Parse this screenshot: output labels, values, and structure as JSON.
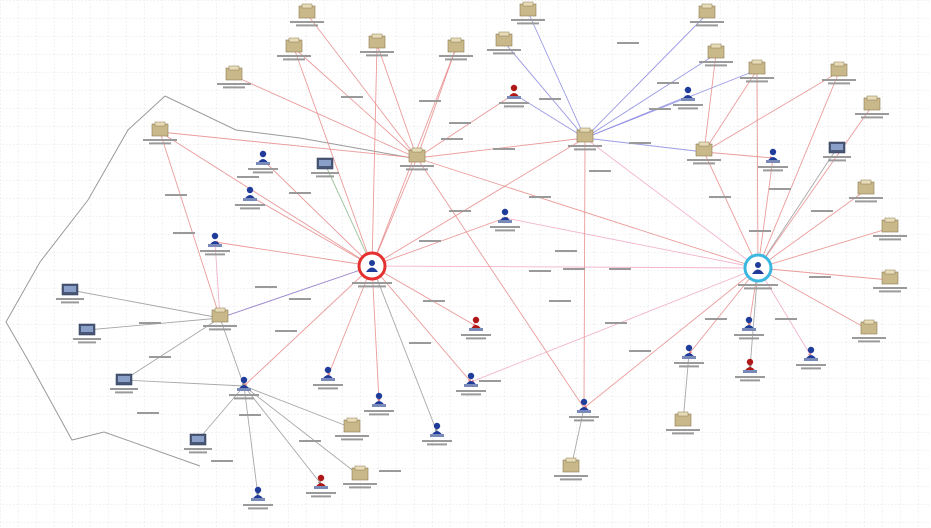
{
  "app": {
    "title": ""
  },
  "colors": {
    "background": "#ffffff",
    "grid": "#d8d8d8",
    "edge_red": "#e88a8a",
    "edge_pink": "#f0a8c8",
    "edge_blue": "#8a8ae0",
    "edge_gray": "#9a9a9a",
    "edge_green": "#8ab88a",
    "hub_red_ring": "#e53030",
    "hub_cyan_ring": "#3ab8e0",
    "person_blue": "#1f3c9a",
    "person_red": "#b01818",
    "doc_tan": "#c8b88a",
    "server_gray": "#4a5878",
    "label_gray": "#9a9a9a"
  },
  "graph": {
    "node_types": [
      "person",
      "document",
      "device",
      "hub"
    ],
    "icon_names": {
      "person": "person-icon",
      "document": "document-icon",
      "device": "computer-icon",
      "hub": "hub-user-icon"
    }
  }
}
